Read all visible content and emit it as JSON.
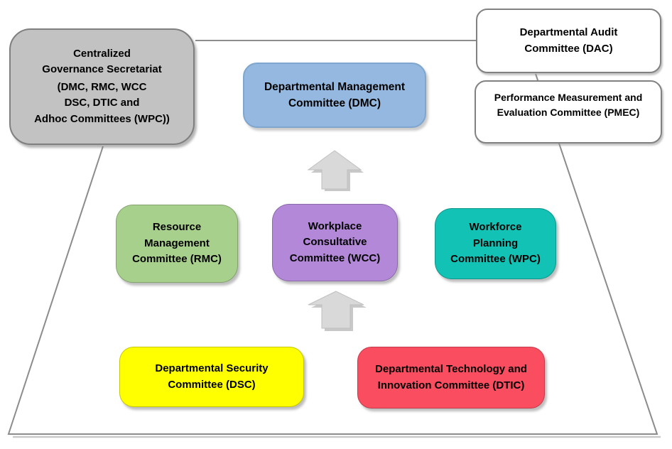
{
  "diagram": {
    "description": "Governance committee structure diagram",
    "nodes": {
      "secretariat": {
        "lines": [
          "Centralized",
          "Governance Secretariat",
          "(DMC, RMC, WCC",
          "DSC, DTIC and",
          "Adhoc Committees (WPC))"
        ],
        "color": "#C2C2C2"
      },
      "dac": {
        "lines": [
          "Departmental Audit",
          "Committee (DAC)"
        ],
        "color": "#FFFFFF"
      },
      "pmec": {
        "lines": [
          "Performance Measurement and",
          "Evaluation Committee (PMEC)"
        ],
        "color": "#FFFFFF"
      },
      "dmc": {
        "lines": [
          "Departmental Management",
          "Committee (DMC)"
        ],
        "color": "#94B8DF"
      },
      "rmc": {
        "lines": [
          "Resource",
          "Management",
          "Committee (RMC)"
        ],
        "color": "#A8D08D"
      },
      "wcc": {
        "lines": [
          "Workplace",
          "Consultative",
          "Committee (WCC)"
        ],
        "color": "#B388D9"
      },
      "wpc": {
        "lines": [
          "Workforce",
          "Planning",
          "Committee (WPC)"
        ],
        "color": "#12C2B4"
      },
      "dsc": {
        "lines": [
          "Departmental Security",
          "Committee (DSC)"
        ],
        "color": "#FFFF00"
      },
      "dtic": {
        "lines": [
          "Departmental Technology and",
          "Innovation Committee (DTIC)"
        ],
        "color": "#FA4D60"
      }
    },
    "arrow_color": "#D9D9D9",
    "line_color": "#8C8C8C"
  }
}
